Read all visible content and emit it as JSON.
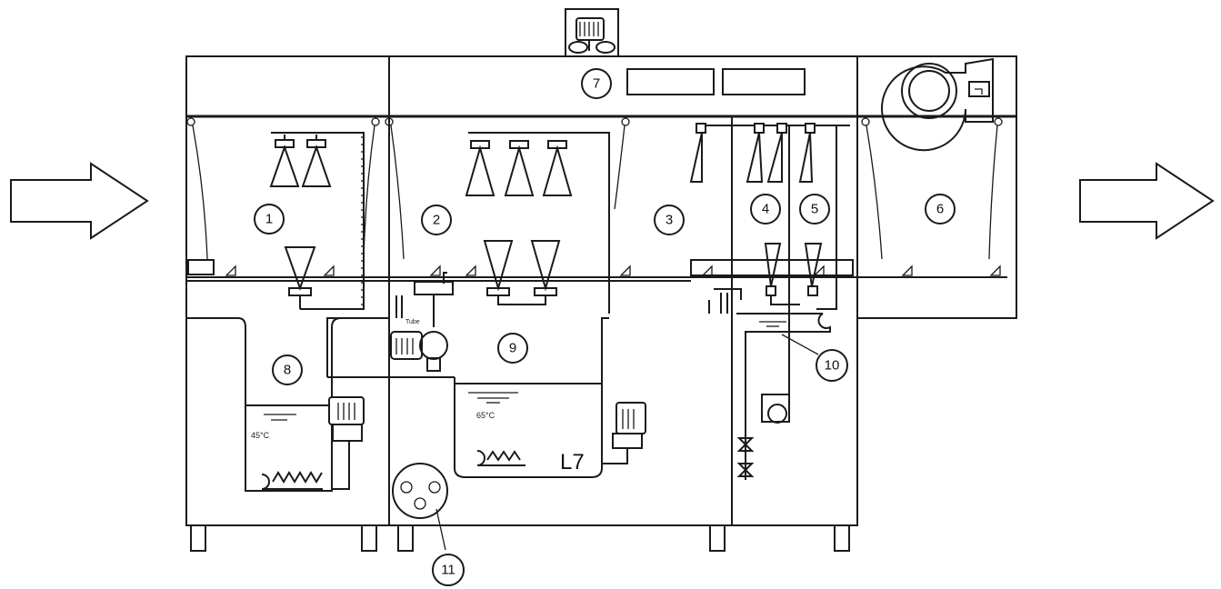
{
  "labels": {
    "zone1": "1",
    "zone2": "2",
    "zone3": "3",
    "zone4": "4",
    "zone5": "5",
    "zone6": "6",
    "zone7": "7",
    "zone8": "8",
    "zone9": "9",
    "zone10": "10",
    "zone11": "11"
  },
  "tank_left_temp": "45°C",
  "tank_mid_temp": "65°C",
  "tank_mid_code": "L7",
  "pump_tag": "Tube"
}
